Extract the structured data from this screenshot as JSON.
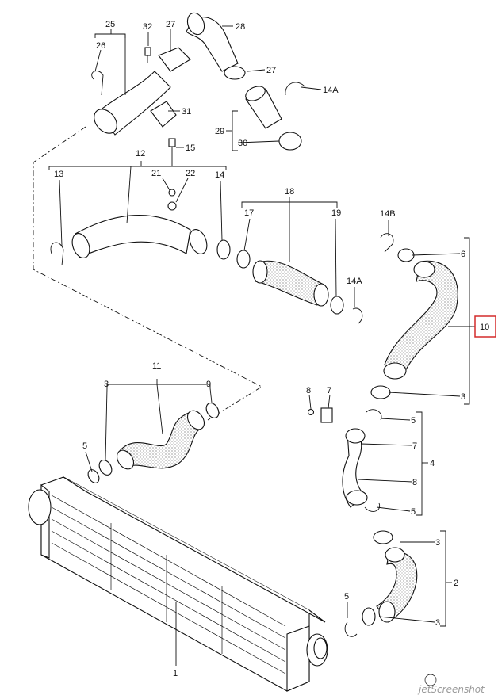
{
  "labels": {
    "l1": "1",
    "l2": "2",
    "l3a": "3",
    "l3b": "3",
    "l3c": "3",
    "l3d": "3",
    "l4": "4",
    "l5a": "5",
    "l5b": "5",
    "l5c": "5",
    "l5d": "5",
    "l6": "6",
    "l7a": "7",
    "l7b": "7",
    "l8a": "8",
    "l8b": "8",
    "l9": "9",
    "l10": "10",
    "l11": "11",
    "l12": "12",
    "l13": "13",
    "l14a": "14",
    "l14A1": "14A",
    "l14A2": "14A",
    "l14B": "14B",
    "l15": "15",
    "l17": "17",
    "l18": "18",
    "l19": "19",
    "l21": "21",
    "l22": "22",
    "l25": "25",
    "l26": "26",
    "l27a": "27",
    "l27b": "27",
    "l28": "28",
    "l29": "29",
    "l30": "30",
    "l31": "31",
    "l32": "32"
  },
  "highlighted_part": "10",
  "highlight_color": "#d42b2b",
  "watermark": "jetScreenshot"
}
